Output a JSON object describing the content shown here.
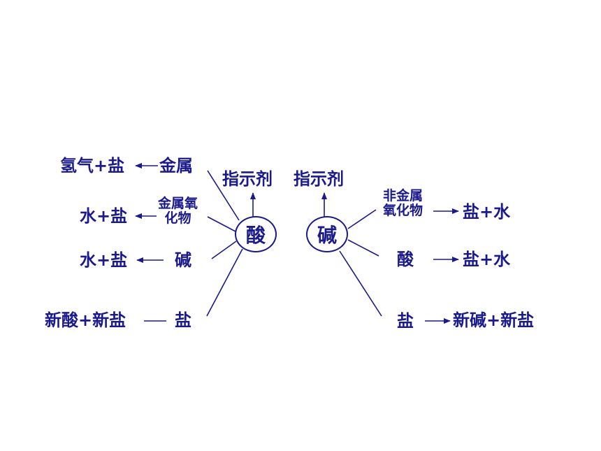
{
  "colors": {
    "ink": "#1a1a8c",
    "background": "#ffffff"
  },
  "acid": {
    "center": "酸",
    "indicator": "指示剂",
    "branches": [
      {
        "reactant": "金属",
        "product": "氢气+盐"
      },
      {
        "reactant": [
          "金属氧",
          "化物"
        ],
        "product": "水+盐"
      },
      {
        "reactant": "碱",
        "product": "水+盐"
      },
      {
        "reactant": "盐",
        "product": "新酸+新盐"
      }
    ]
  },
  "base": {
    "center": "碱",
    "indicator": "指示剂",
    "branches": [
      {
        "reactant": [
          "非金属",
          "氧化物"
        ],
        "product": "盐+水"
      },
      {
        "reactant": "酸",
        "product": "盐+水"
      },
      {
        "reactant": "盐",
        "product": "新碱+新盐"
      }
    ]
  }
}
